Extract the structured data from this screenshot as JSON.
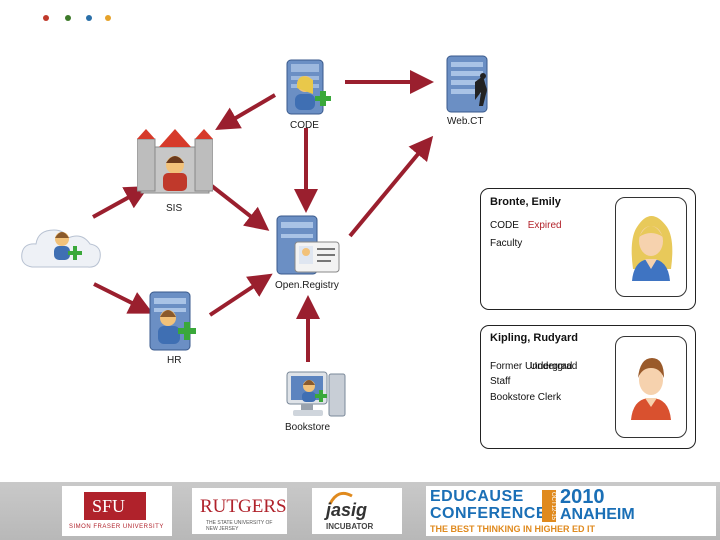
{
  "slide": {
    "dot_colors": [
      "#c0392b",
      "#3d7a2a",
      "#2a6fa8",
      "#e6a22a"
    ]
  },
  "nodes": {
    "code": "CODE",
    "webct": "Web.CT",
    "sis": "SIS",
    "open_registry": "Open.Registry",
    "hr": "HR",
    "bookstore": "Bookstore"
  },
  "cards": [
    {
      "name": "Bronte, Emily",
      "roles": [
        {
          "system": "CODE",
          "status": "Expired"
        },
        {
          "system": "Faculty",
          "status": ""
        }
      ]
    },
    {
      "name": "Kipling, Rudyard",
      "overlap": [
        "Former Undergrad",
        "Undergrad"
      ],
      "roles": [
        "Staff",
        "Bookstore Clerk"
      ]
    }
  ],
  "footer": {
    "sfu": "SFU",
    "sfu_sub": "SIMON FRASER UNIVERSITY",
    "rutgers": "RUTGERS",
    "rutgers_sub": "THE STATE UNIVERSITY OF NEW JERSEY",
    "jasig": "jasig",
    "jasig_sub": "INCUBATOR",
    "educause": "EDUCAUSE",
    "conference": "CONFERENCE",
    "dates": "OCT12-15",
    "year": "2010",
    "city": "ANAHEIM",
    "tagline": "THE BEST THINKING IN HIGHER ED IT"
  },
  "colors": {
    "arrow": "#9a1f2e",
    "label_red": "#b3242c"
  }
}
